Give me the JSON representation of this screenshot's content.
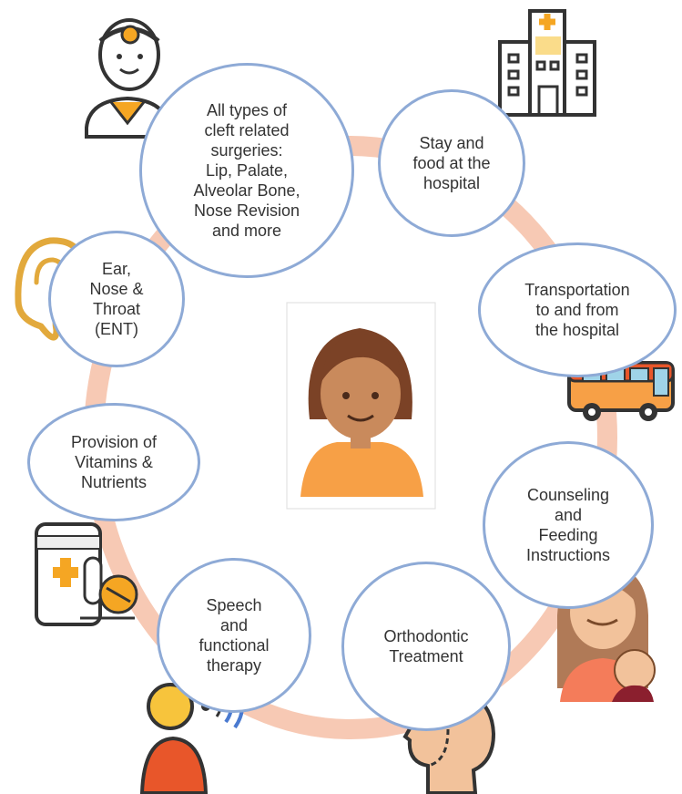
{
  "services": [
    {
      "id": "surgeries",
      "label": "All types of\ncleft related\nsurgeries:\nLip, Palate,\nAlveolar Bone,\nNose Revision\nand more",
      "icon": "surgeon-icon"
    },
    {
      "id": "stay",
      "label": "Stay and\nfood at the\nhospital",
      "icon": "hospital-icon"
    },
    {
      "id": "transport",
      "label": "Transportation\nto and from\nthe hospital",
      "icon": "bus-icon"
    },
    {
      "id": "counseling",
      "label": "Counseling\nand\nFeeding\nInstructions",
      "icon": "mother-baby-icon"
    },
    {
      "id": "ortho",
      "label": "Orthodontic\nTreatment",
      "icon": "head-profile-icon"
    },
    {
      "id": "speech",
      "label": "Speech\nand\nfunctional\ntherapy",
      "icon": "speaking-person-icon"
    },
    {
      "id": "vitamins",
      "label": "Provision of\nVitamins &\nNutrients",
      "icon": "medicine-bottle-icon"
    },
    {
      "id": "ent",
      "label": "Ear,\nNose &\nThroat\n(ENT)",
      "icon": "ear-icon"
    }
  ],
  "center": {
    "icon": "child-portrait-icon"
  },
  "colors": {
    "ring": "#f7c9b4",
    "circle_border": "#8eaad6",
    "text": "#333333",
    "skin": "#c98a5c",
    "hair": "#7b4226",
    "shirt": "#f7a046",
    "orange": "#f5a623",
    "yellow": "#f7c43c",
    "red": "#e8562a"
  }
}
